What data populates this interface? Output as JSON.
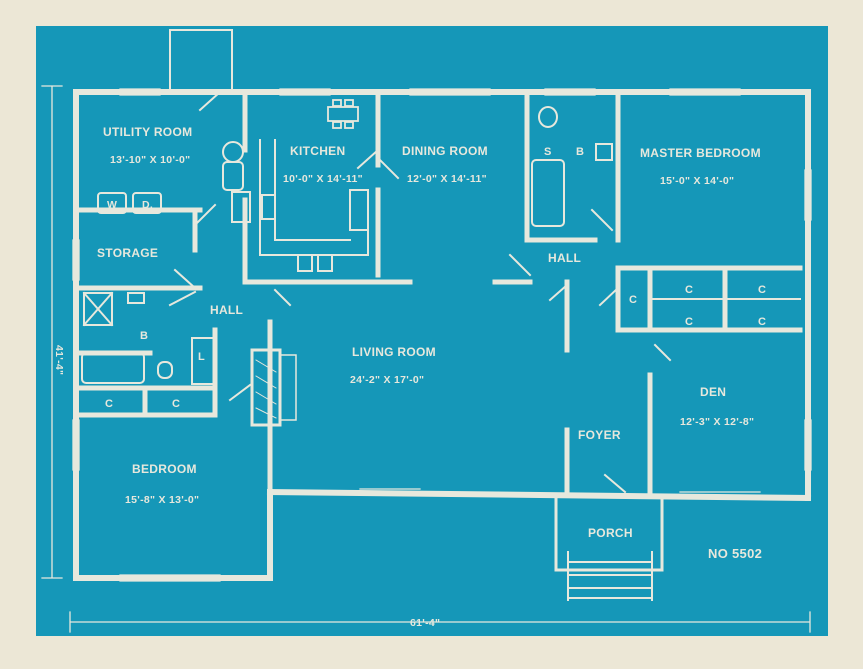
{
  "rooms": {
    "utility": {
      "name": "UTILITY ROOM",
      "size": "13'-10\" X 10'-0\""
    },
    "kitchen": {
      "name": "KITCHEN",
      "size": "10'-0\" X 14'-11\""
    },
    "dining": {
      "name": "DINING ROOM",
      "size": "12'-0\" X 14'-11\""
    },
    "master": {
      "name": "MASTER BEDROOM",
      "size": "15'-0\" X 14'-0\""
    },
    "storage": {
      "name": "STORAGE"
    },
    "hall_left": {
      "name": "HALL"
    },
    "hall_right": {
      "name": "HALL"
    },
    "bath_left": {
      "name": "B"
    },
    "bath_right": {
      "name": "B"
    },
    "living": {
      "name": "LIVING ROOM",
      "size": "24'-2\" X 17'-0\""
    },
    "den": {
      "name": "DEN",
      "size": "12'-3\" X 12'-8\""
    },
    "foyer": {
      "name": "FOYER"
    },
    "bedroom": {
      "name": "BEDROOM",
      "size": "15'-8\" X 13'-0\""
    },
    "porch": {
      "name": "PORCH"
    }
  },
  "fixtures": {
    "washer": "W",
    "dryer": "D.",
    "shower": "S",
    "linen": "L",
    "closet": "C"
  },
  "dimensions": {
    "width": "61'-4\"",
    "depth": "41'-4\""
  },
  "plan_number": "NO 5502",
  "colors": {
    "paper": "#ece7d6",
    "blueprint": "#1597b8",
    "lines": "#e7e8dd"
  }
}
